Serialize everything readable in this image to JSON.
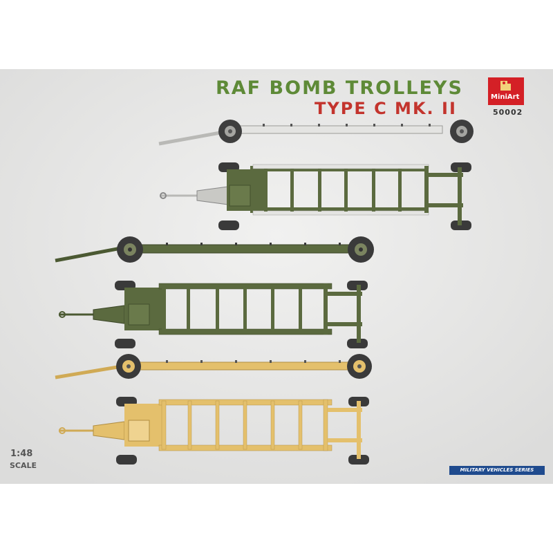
{
  "title": {
    "line1": "RAF BOMB TROLLEYS",
    "line2": "TYPE C MK. II"
  },
  "brand": {
    "logo": "MiniArt",
    "code": "50002"
  },
  "scale": {
    "value": "1:48",
    "word": "SCALE"
  },
  "series": "MILITARY VEHICLES SERIES",
  "colors": {
    "title_green": "#5e8a37",
    "title_red": "#c3342d",
    "logo_red": "#d42026",
    "series_blue": "#1f4b8e",
    "trolley_white": "#e4e4e2",
    "trolley_green": "#5b6a3f",
    "trolley_sand": "#e4c06c",
    "background": "#e9e9e8"
  }
}
